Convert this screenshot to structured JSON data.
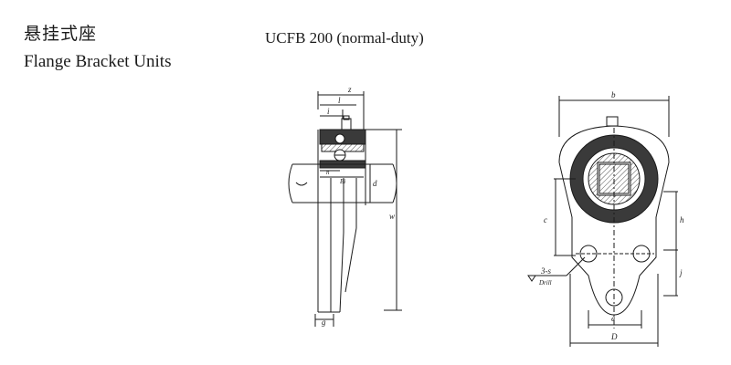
{
  "header": {
    "title_cn": "悬挂式座",
    "title_en": "Flange Bracket Units",
    "model": "UCFB 200 (normal-duty)"
  },
  "side_view": {
    "labels": {
      "z": "z",
      "l": "l",
      "i": "i",
      "n": "n",
      "bi": "Bi",
      "d": "d",
      "w": "w",
      "g": "g"
    }
  },
  "front_view": {
    "labels": {
      "b": "b",
      "c": "c",
      "h": "h",
      "j": "j",
      "e": "e",
      "D": "D",
      "drill_size": "3-s",
      "drill": "Drill"
    }
  },
  "colors": {
    "ink": "#1a1a1a",
    "housing_dark": "#3a3a3a",
    "hatch": "#555555"
  }
}
